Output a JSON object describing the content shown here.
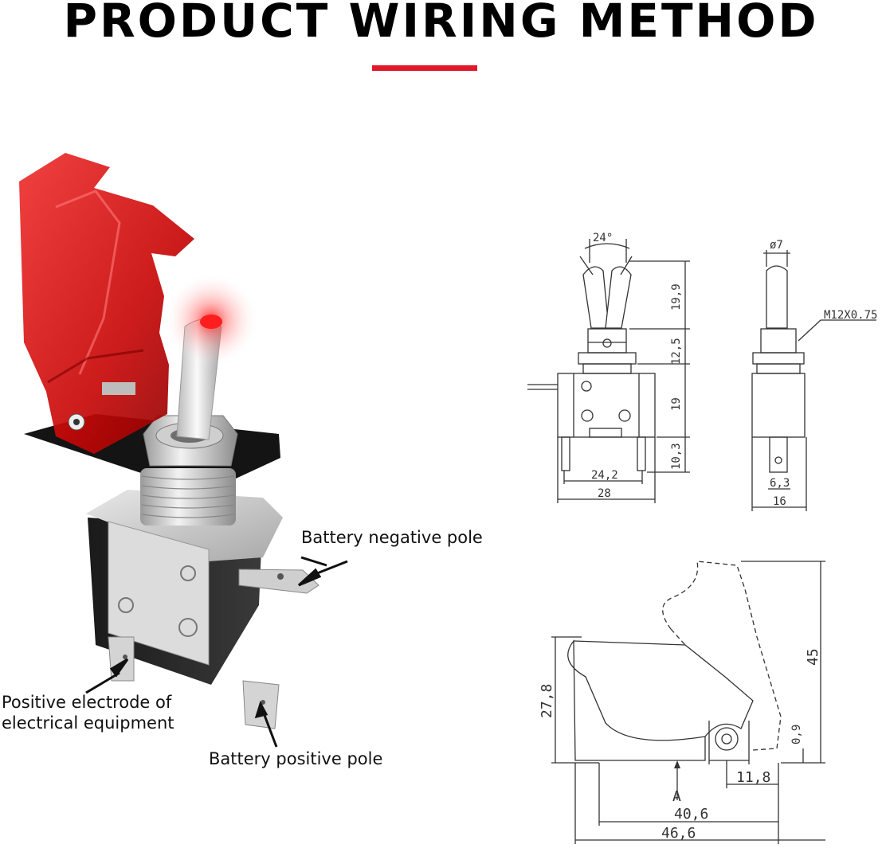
{
  "header": {
    "title": "PRODUCT WIRING METHOD",
    "accent_color": "#e0192b"
  },
  "photo": {
    "cover_color": "#d41010",
    "led_color": "#ff2a2a",
    "labels": {
      "negative": "Battery negative pole",
      "equipment_line1": "Positive electrode of",
      "equipment_line2": "electrical equipment",
      "positive": "Battery positive pole"
    }
  },
  "front_view": {
    "angle": "24°",
    "lever_height": "19,9",
    "bushing_height": "12,5",
    "body_height": "19",
    "terminal_height": "10,3",
    "terminal_span": "24,2",
    "body_width": "28"
  },
  "side_view": {
    "lever_diameter": "ø7",
    "thread": "M12X0.75",
    "terminal_width": "6,3",
    "body_width": "16"
  },
  "cover_view": {
    "open_height": "45",
    "closed_height": "27,8",
    "pivot_offset": "0,9",
    "pivot_distance": "11,8",
    "section_mark": "A",
    "base_length": "40,6",
    "total_length": "46,6"
  }
}
